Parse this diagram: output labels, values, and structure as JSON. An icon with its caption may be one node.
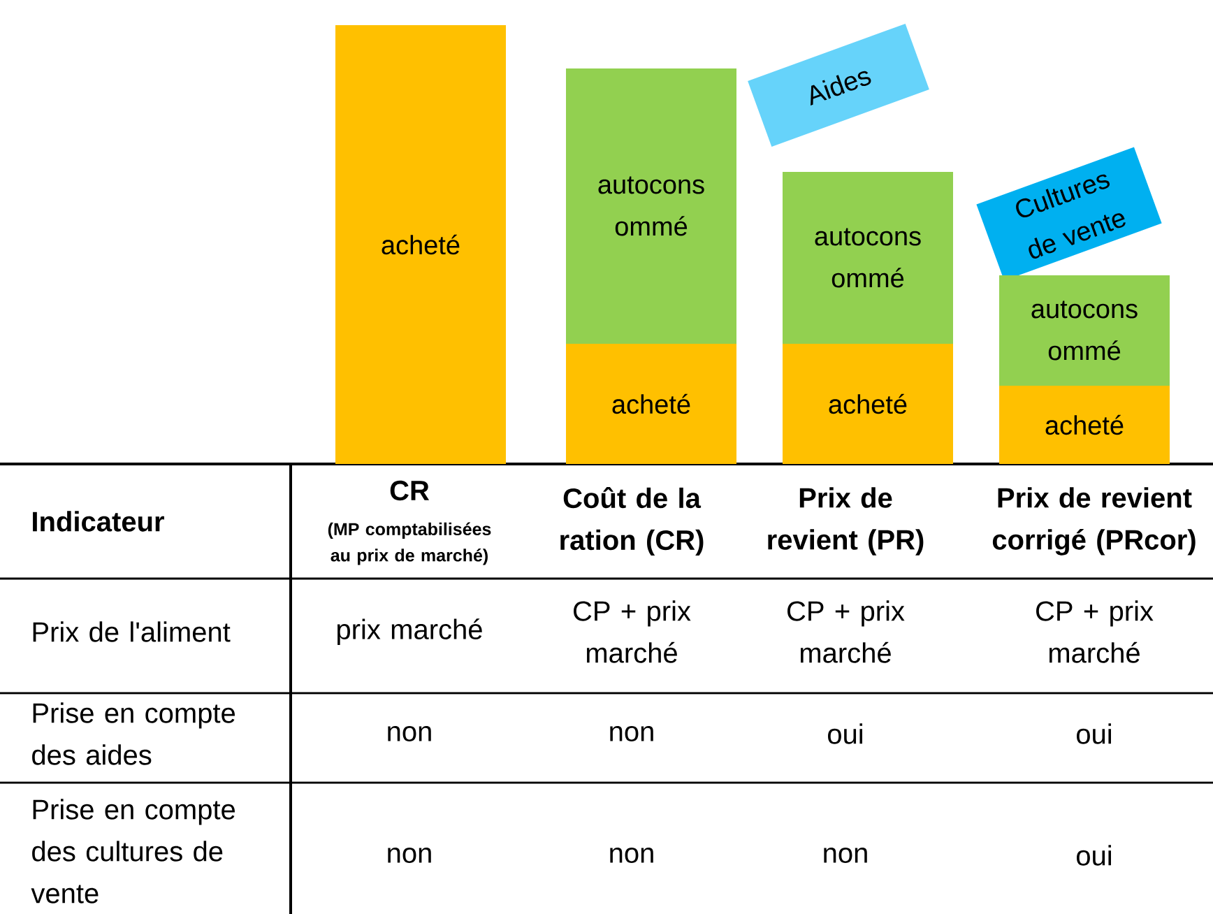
{
  "diagram": {
    "nodes": [
      {
        "text": [
          "acheté"
        ]
      },
      {
        "text": [
          "autocons ommé"
        ]
      },
      {
        "text": [
          "acheté"
        ]
      },
      {
        "text": [
          "Aides"
        ]
      },
      {
        "text": [
          "autocons ommé"
        ]
      },
      {
        "text": [
          "acheté"
        ]
      },
      {
        "text": [
          "Cultures de vente"
        ]
      },
      {
        "text": [
          "autocons ommé"
        ]
      },
      {
        "text": [
          "acheté"
        ]
      }
    ],
    "labels": [
      "Indicateur",
      "CR",
      "(MP comptabilisées au prix de marché)",
      "Coût de la ration (CR)",
      "Prix de revient (PR)",
      "Prix de revient corrigé (PRcor)",
      "Prix de l'aliment",
      "prix marché",
      "CP + prix marché",
      "CP + prix marché",
      "CP + prix marché",
      "Prise en compte des aides",
      "non",
      "non",
      "oui",
      "oui",
      "Prise en compte des cultures de vente",
      "non",
      "non",
      "non",
      "oui"
    ]
  }
}
